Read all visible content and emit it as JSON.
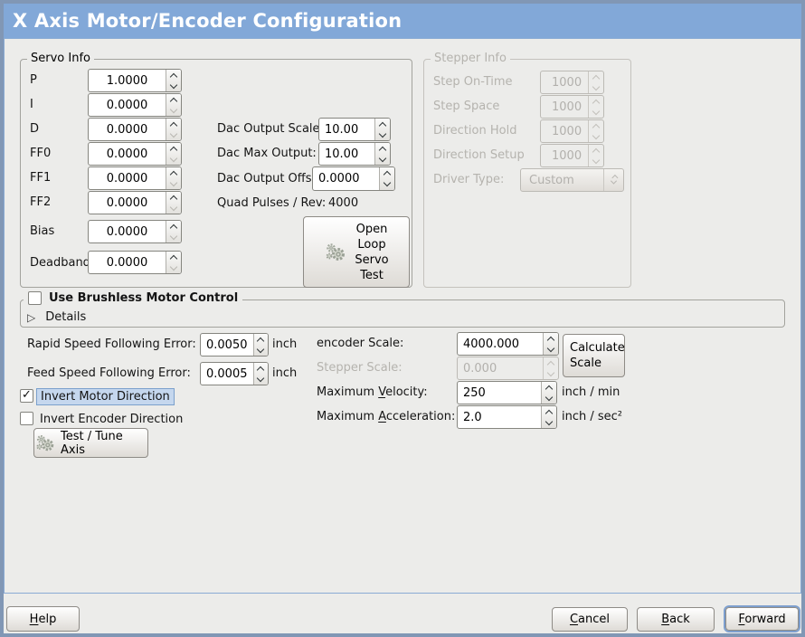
{
  "window": {
    "title": "X Axis Motor/Encoder Configuration"
  },
  "colors": {
    "titlebar": "#82a8d8",
    "window_border": "#8197b5",
    "content_border": "#8aabd4",
    "background": "#ececea",
    "highlight_bg": "#c5d7ee",
    "highlight_border": "#7ba0cc",
    "disabled_text": "#b5b3ae",
    "focus_ring": "#7d9fce"
  },
  "icons": {
    "checkmark": "✓",
    "expander_collapsed": "▷"
  },
  "servo_info": {
    "title": "Servo Info",
    "rows": [
      {
        "label": "P",
        "value": "1.0000"
      },
      {
        "label": "I",
        "value": "0.0000"
      },
      {
        "label": "D",
        "value": "0.0000"
      },
      {
        "label": "FF0",
        "value": "0.0000"
      },
      {
        "label": "FF1",
        "value": "0.0000"
      },
      {
        "label": "FF2",
        "value": "0.0000"
      },
      {
        "label": "Bias",
        "value": "0.0000"
      },
      {
        "label": "Deadband",
        "value": "0.0000"
      }
    ]
  },
  "dac": {
    "rows": [
      {
        "label": "Dac Output Scale:",
        "value": "10.00"
      },
      {
        "label": "Dac Max Output:",
        "value": "10.00"
      },
      {
        "label": "Dac Output Offset:",
        "value": "0.0000"
      }
    ],
    "quad_label": "Quad Pulses / Rev:",
    "quad_value": "4000",
    "open_loop_button": {
      "lines": [
        "Open",
        "Loop",
        "Servo",
        "Test"
      ]
    }
  },
  "stepper_info": {
    "title": "Stepper Info",
    "rows": [
      {
        "label": "Step On-Time",
        "value": "1000"
      },
      {
        "label": "Step Space",
        "value": "1000"
      },
      {
        "label": "Direction Hold",
        "value": "1000"
      },
      {
        "label": "Direction Setup",
        "value": "1000"
      }
    ],
    "driver_type_label": "Driver Type:",
    "driver_type_value": "Custom"
  },
  "brushless": {
    "checkbox_label": "Use Brushless Motor Control",
    "checked": false,
    "details_label": "Details"
  },
  "following_error": {
    "rapid_label": "Rapid Speed Following Error:",
    "rapid_value": "0.0050",
    "rapid_unit": "inch",
    "feed_label": "Feed Speed Following Error:",
    "feed_value": "0.0005",
    "feed_unit": "inch"
  },
  "direction": {
    "invert_motor_label": "Invert Motor Direction",
    "invert_motor_checked": true,
    "invert_encoder_label": "Invert Encoder Direction",
    "invert_encoder_checked": false,
    "test_tune_label": "Test / Tune Axis"
  },
  "scale": {
    "encoder_label": "encoder Scale:",
    "encoder_value": "4000.000",
    "stepper_label": "Stepper Scale:",
    "stepper_value": "0.000",
    "calculate_lines": [
      "Calculate",
      "Scale"
    ],
    "velocity_pre": "Maximum ",
    "velocity_u": "V",
    "velocity_post": "elocity:",
    "velocity_value": "250",
    "velocity_unit": "inch / min",
    "accel_pre": "Maximum ",
    "accel_u": "A",
    "accel_post": "cceleration:",
    "accel_value": "2.0",
    "accel_unit": "inch / sec²"
  },
  "footer": {
    "help": {
      "u": "H",
      "post": "elp"
    },
    "cancel": {
      "u": "C",
      "post": "ancel"
    },
    "back": {
      "u": "B",
      "post": "ack"
    },
    "forward": {
      "u": "F",
      "post": "orward"
    }
  }
}
